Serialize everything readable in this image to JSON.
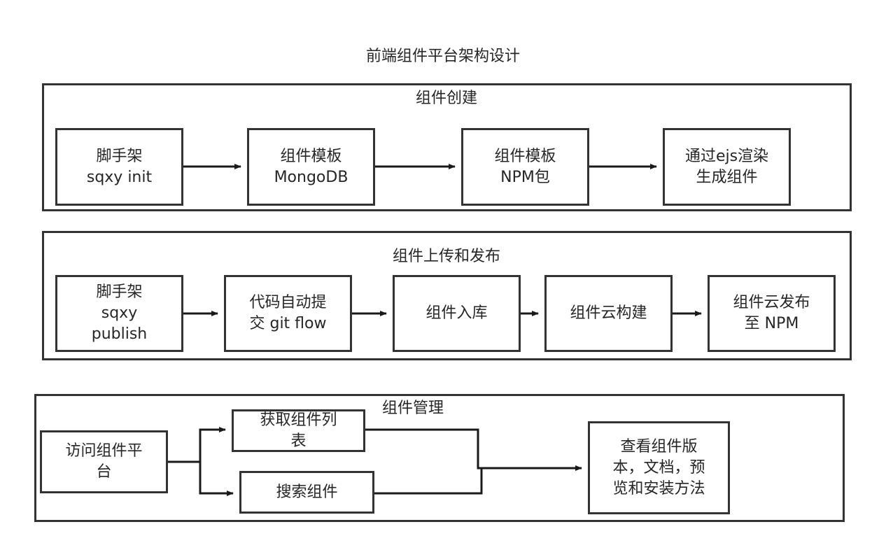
{
  "title": "前端组件平台架构设计",
  "panels": [
    {
      "title": "组件创建",
      "nodes": [
        "脚手架\nsqxy init",
        "组件模板\nMongoDB",
        "组件模板\nNPM包",
        "通过ejs渲染\n生成组件"
      ]
    },
    {
      "title": "组件上传和发布",
      "nodes": [
        "脚手架\nsqxy\npublish",
        "代码自动提\n交 git flow",
        "组件入库",
        "组件云构建",
        "组件云发布\n至 NPM"
      ]
    },
    {
      "title": "组件管理",
      "nodes": [
        "访问组件平\n台",
        "获取组件列\n表",
        "搜索组件",
        "查看组件版\n本，文档，预\n览和安装方法"
      ]
    }
  ]
}
